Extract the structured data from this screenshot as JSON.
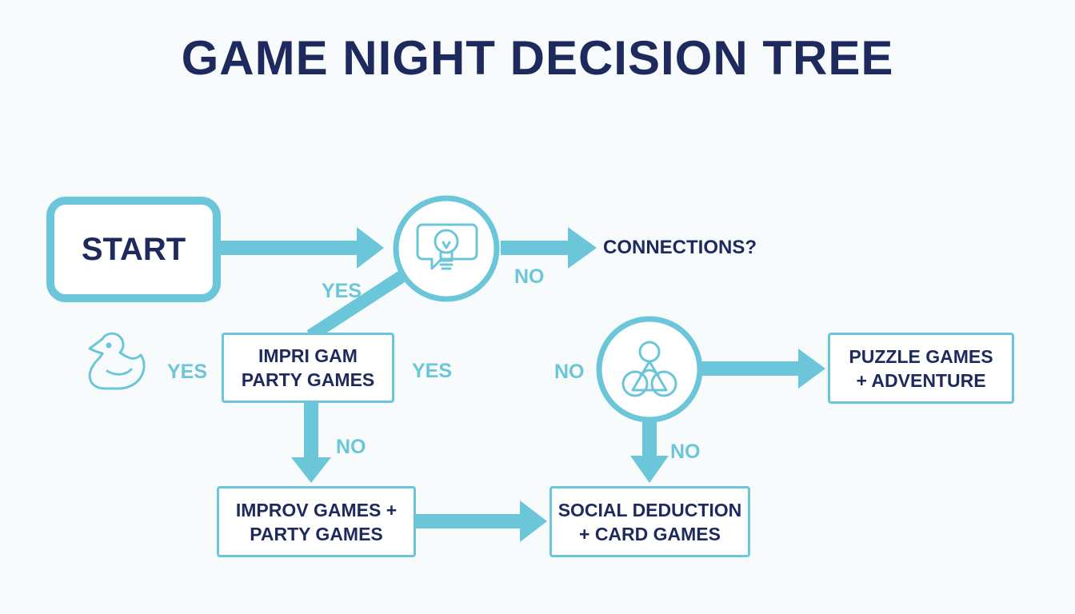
{
  "title": "GAME NIGHT DECISION TREE",
  "colors": {
    "primary": "#6cc6d9",
    "text": "#1e2a5e",
    "background": "#f8fbfc"
  },
  "nodes": {
    "start": "START",
    "connections_question": "CONNECTIONS?",
    "improv_party_upper": {
      "line1": "IMPRI GAM",
      "line2": "PARTY GAMES"
    },
    "improv_party_lower": {
      "line1": "IMPROV GAMES +",
      "line2": "PARTY GAMES"
    },
    "social_deduction": {
      "line1": "SOCIAL DEDUCTION",
      "line2": "+ CARD GAMES"
    },
    "puzzle_games": {
      "line1": "PUZZLE GAMES",
      "line2": "+ ADVENTURE"
    }
  },
  "icons": {
    "question1": "lightbulb-speech-bubble-icon",
    "question2": "triangle-rings-icon",
    "decoration": "duck-icon"
  },
  "labels": {
    "yes_diagonal": "YES",
    "no_top": "NO",
    "yes_left": "YES",
    "yes_mid": "YES",
    "no_mid": "NO",
    "no_down_left": "NO",
    "no_down_right": "NO"
  }
}
